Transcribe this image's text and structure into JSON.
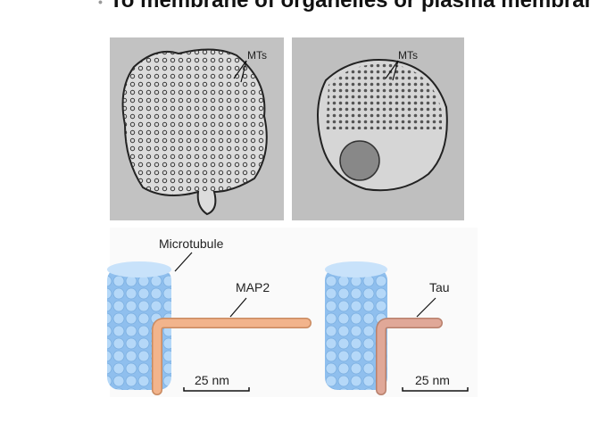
{
  "slide": {
    "bullet_text": "To membrane of organelles or plasma membrane"
  },
  "micrographs": {
    "left_label": "MTs",
    "right_label": "MTs"
  },
  "diagram": {
    "microtubule_label": "Microtubule",
    "map2_label": "MAP2",
    "tau_label": "Tau",
    "scale_left": "25 nm",
    "scale_right": "25 nm",
    "colors": {
      "microtubule": "#9cc8f0",
      "map2": "#f2b48c",
      "tau": "#e0a898"
    }
  }
}
